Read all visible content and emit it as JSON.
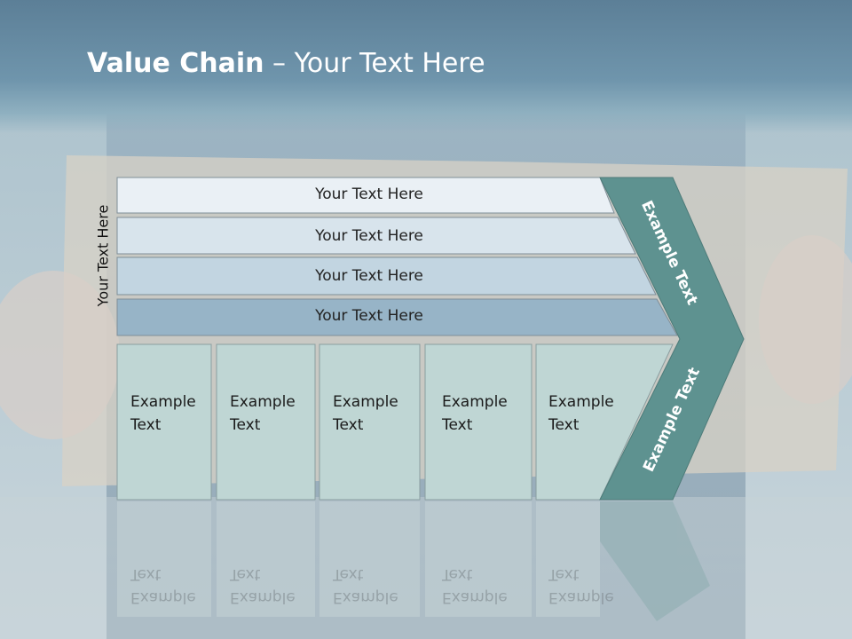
{
  "title": {
    "bold": "Value Chain",
    "rest": " – Your Text Here"
  },
  "side_label": "Your Text Here",
  "bars": [
    {
      "label": "Your Text Here"
    },
    {
      "label": "Your Text Here"
    },
    {
      "label": "Your Text Here"
    },
    {
      "label": "Your Text Here"
    }
  ],
  "boxes": [
    {
      "line1": "Example",
      "line2": "Text"
    },
    {
      "line1": "Example",
      "line2": "Text"
    },
    {
      "line1": "Example",
      "line2": "Text"
    },
    {
      "line1": "Example",
      "line2": "Text"
    },
    {
      "line1": "Example",
      "line2": "Text"
    }
  ],
  "chevron": {
    "upper": "Example Text",
    "lower": "Example Text"
  },
  "colors": {
    "header": "#6f95ac",
    "bar1": "#eaf0f5",
    "bar2": "#d8e4ec",
    "bar3": "#c2d5e1",
    "bar4": "#97b4c7",
    "box": "#bfd6d4",
    "chevron": "#5e9290"
  }
}
